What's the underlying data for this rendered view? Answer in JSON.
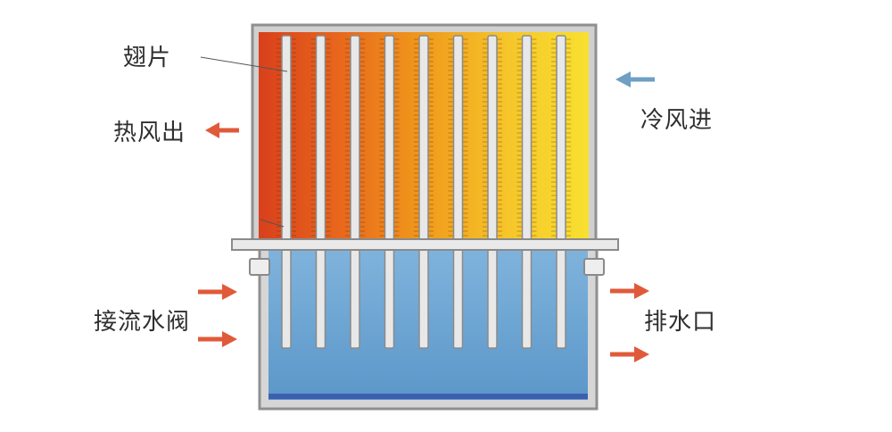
{
  "labels": {
    "fin": "翅片",
    "hot_air_out": "热风出",
    "cold_air_in": "冷风进",
    "inlet_valve": "接流水阀",
    "drain": "排水口"
  },
  "colors": {
    "frame": "#8f8f8f",
    "frame_dark": "#6e6e6e",
    "water": "#5b97c9",
    "water_light": "#7fb3dc",
    "water_bottom": "#3d5fae",
    "hot_arrow": "#e05a3a",
    "cold_arrow": "#6f9fc2",
    "pipe": "#e8e8e8",
    "fin_gradient": [
      "#d9401c",
      "#e8681c",
      "#f09a1c",
      "#f6c52a",
      "#f8e030"
    ]
  },
  "pipe_count": 9
}
